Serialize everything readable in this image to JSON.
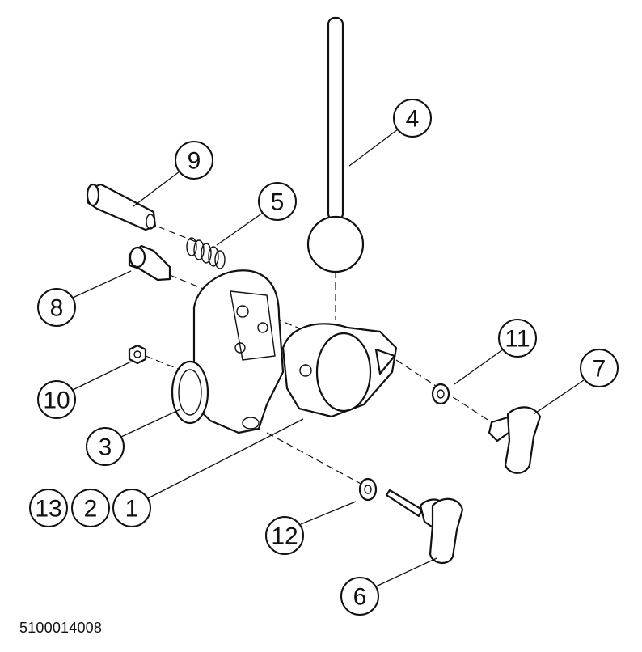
{
  "diagram": {
    "type": "exploded parts view",
    "document_id": "5100014008",
    "callouts": [
      {
        "label": "9",
        "part": "bolt"
      },
      {
        "label": "5",
        "part": "spring"
      },
      {
        "label": "4",
        "part": "rod-with-ball"
      },
      {
        "label": "8",
        "part": "bolt"
      },
      {
        "label": "11",
        "part": "washer"
      },
      {
        "label": "7",
        "part": "wing-knob"
      },
      {
        "label": "10",
        "part": "nut"
      },
      {
        "label": "3",
        "part": "tube-clamp-body"
      },
      {
        "label": "13",
        "part": "assembly"
      },
      {
        "label": "2",
        "part": "assembly"
      },
      {
        "label": "1",
        "part": "ball-clamp"
      },
      {
        "label": "12",
        "part": "washer"
      },
      {
        "label": "6",
        "part": "wing-knob-bolt"
      }
    ]
  }
}
